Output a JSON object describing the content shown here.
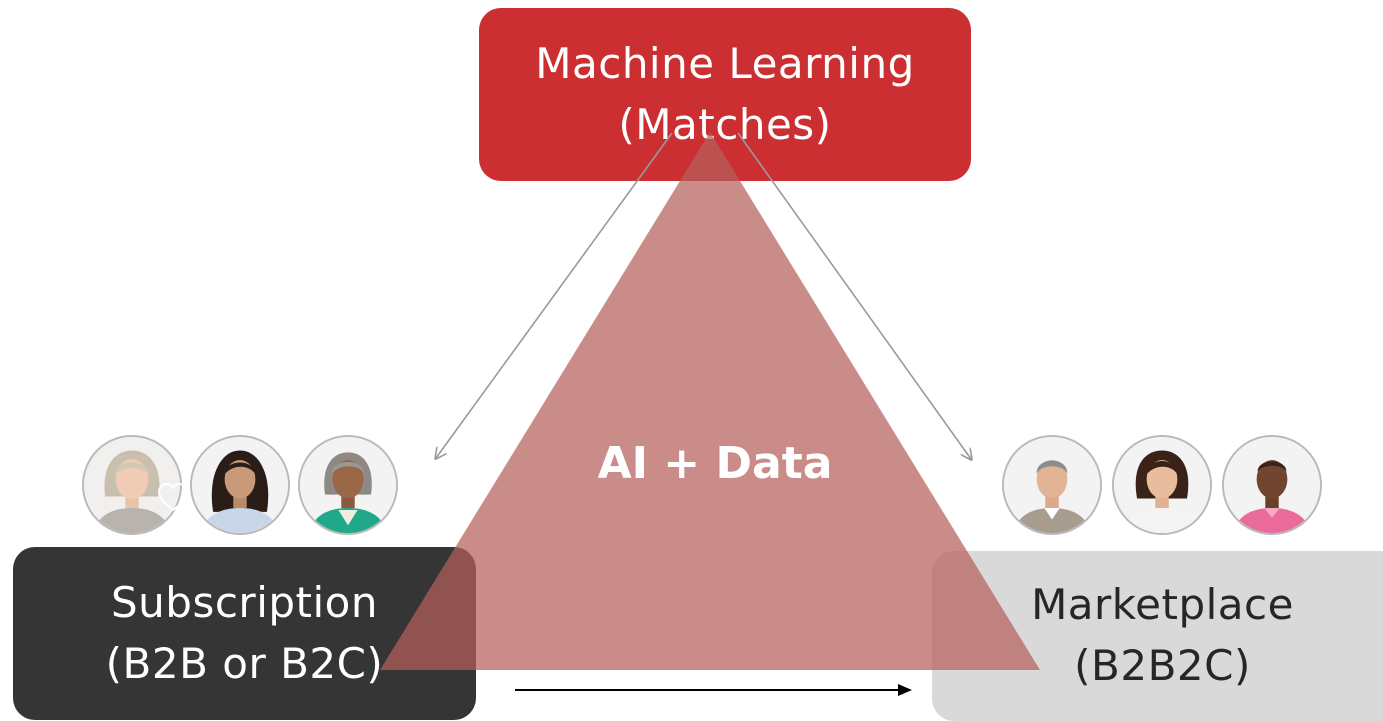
{
  "top_box": {
    "line1": "Machine Learning",
    "line2": "(Matches)"
  },
  "left_box": {
    "line1": "Subscription",
    "line2": "(B2B or B2C)"
  },
  "right_box": {
    "line1": "Marketplace",
    "line2": "(B2B2C)"
  },
  "center_label": "AI + Data",
  "colors": {
    "top_box": "#cb2f32",
    "left_box": "#353535",
    "right_box": "#d9d9d9",
    "triangle": "#b55f5c",
    "diagonal_arrows": "#9a9a9a",
    "bottom_arrow": "#000000"
  },
  "icons": {
    "left_group": [
      "woman-gray-hair-avatar",
      "woman-dark-hair-avatar",
      "woman-green-jacket-avatar"
    ],
    "right_group": [
      "man-gray-sweater-avatar",
      "woman-brown-hair-avatar",
      "man-pink-shirt-avatar"
    ],
    "heart": "heart-outline-icon"
  }
}
